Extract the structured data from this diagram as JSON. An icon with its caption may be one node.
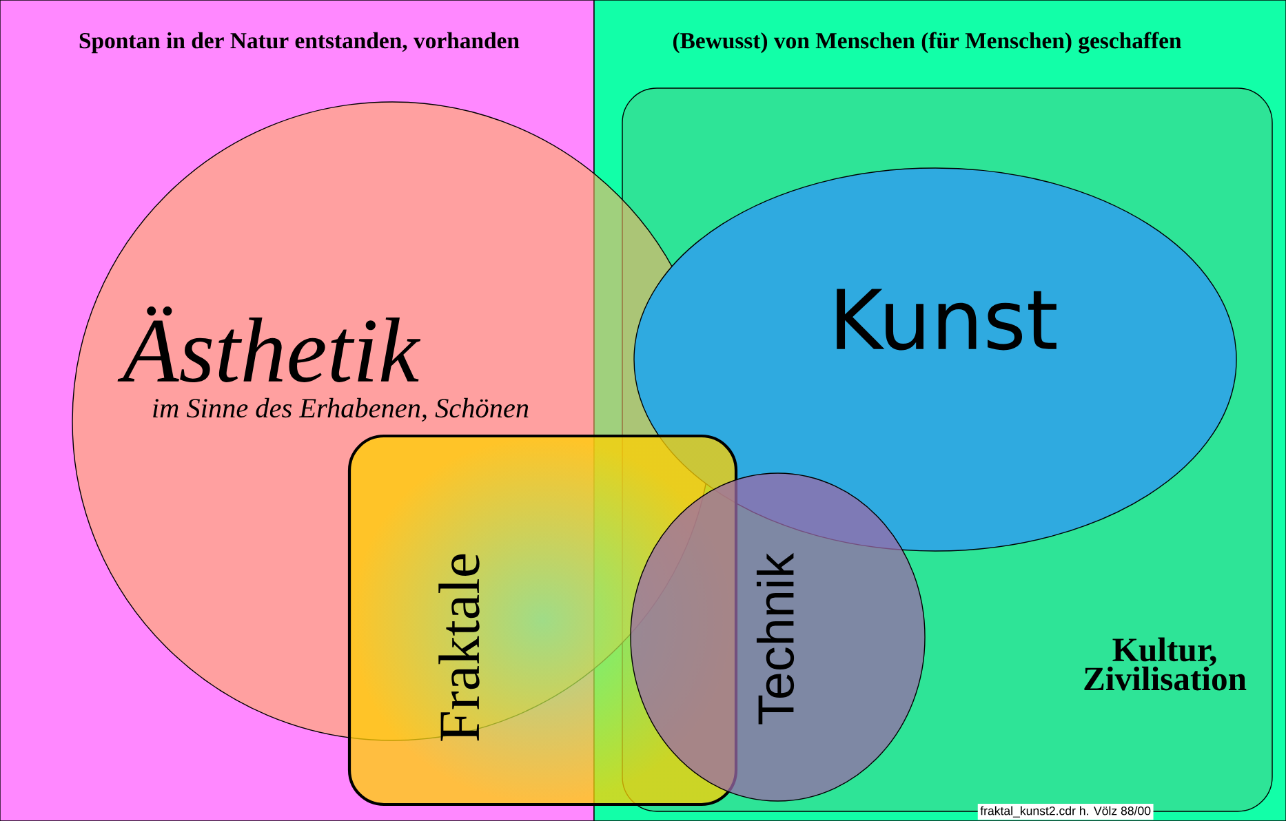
{
  "diagram": {
    "nodes": [
      {
        "text": [
          "Spontan in der Natur entstanden, vorhanden"
        ]
      },
      {
        "text": [
          "(Bewusst) von Menschen (für Menschen) geschaffen"
        ]
      },
      {
        "text": [
          "Kultur, Zivilisation"
        ],
        "in": 1
      },
      {
        "text": [
          "Ästhetik",
          "im Sinne des Erhabenen, Schönen"
        ]
      },
      {
        "text": [
          "Kunst"
        ],
        "in": 2
      },
      {
        "text": [
          "Fraktale"
        ]
      },
      {
        "text": [
          "Technik"
        ],
        "in": 2
      }
    ],
    "labels": [
      "fraktal_kunst2.cdr h. Völz 88/00"
    ]
  }
}
